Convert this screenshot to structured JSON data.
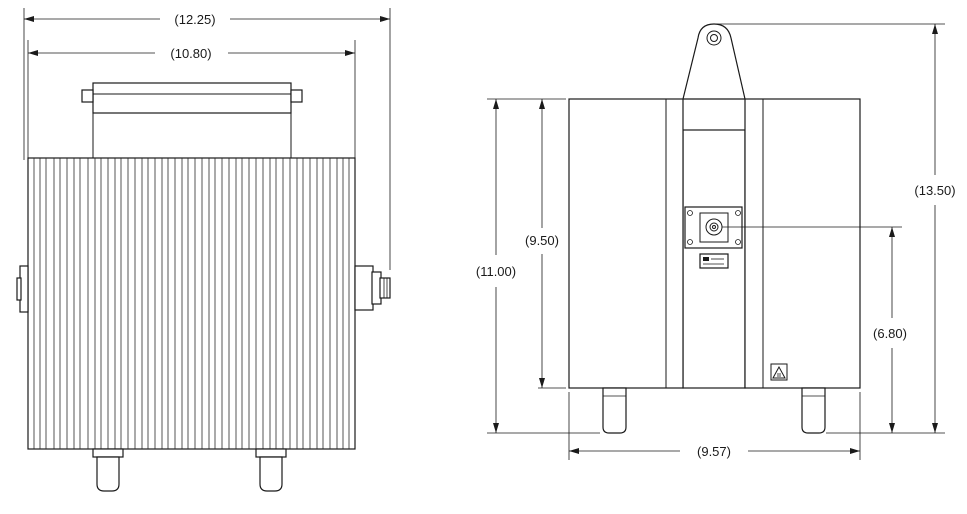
{
  "left_view": {
    "overall_width_dim": "(12.25)",
    "body_width_dim": "(10.80)"
  },
  "right_view": {
    "overall_height_dim": "(13.50)",
    "body_height_dim": "(11.00)",
    "panel_height_dim": "(9.50)",
    "connector_height_dim": "(6.80)",
    "overall_width_dim": "(9.57)"
  }
}
